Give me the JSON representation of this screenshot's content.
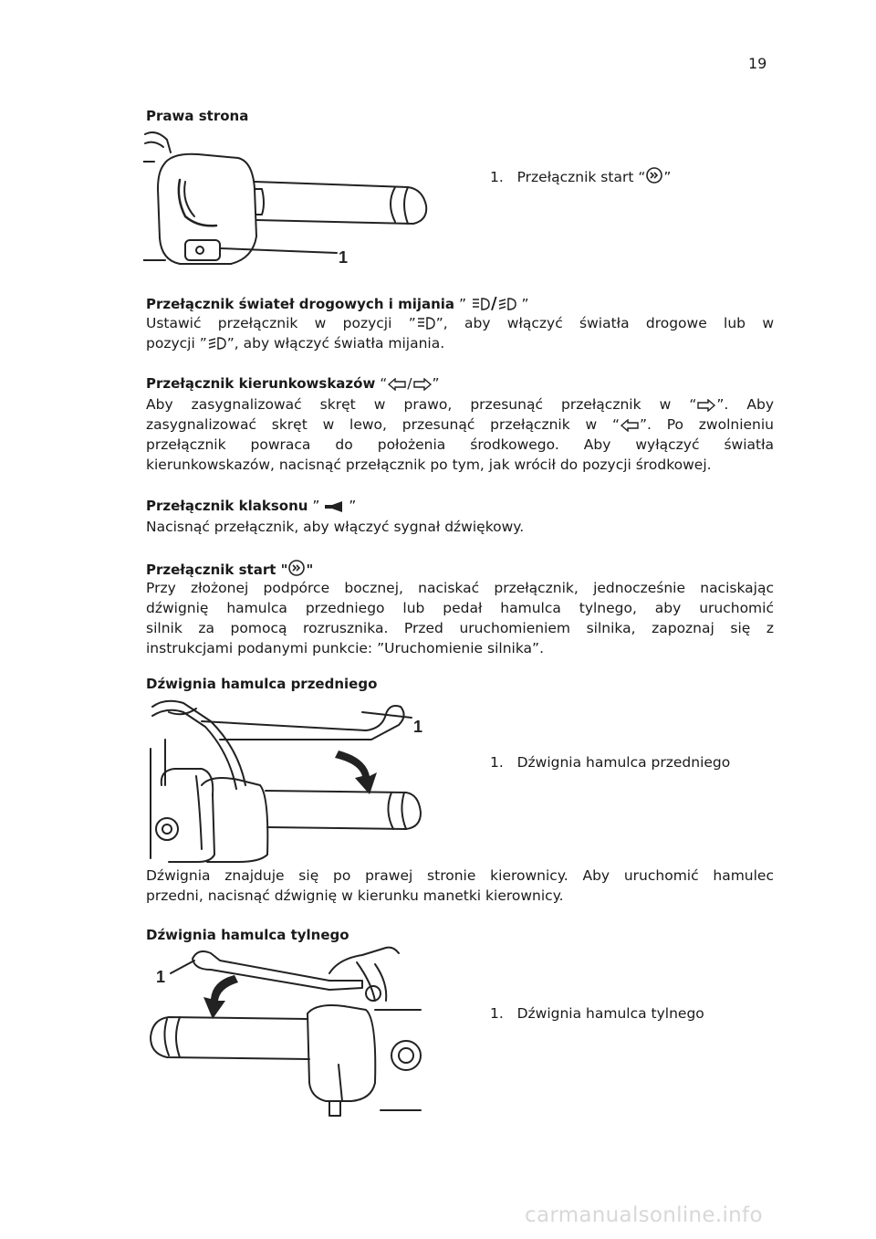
{
  "page_number": "19",
  "right_side": {
    "heading": "Prawa strona",
    "figure_label": "1",
    "caption_number": "1.",
    "caption_text": "Przełącznik start",
    "caption_open_quote": "“",
    "caption_close_quote": "”"
  },
  "beam_switch": {
    "heading": "Przełącznik świateł drogowych i mijania",
    "heading_quote_open": "”",
    "heading_quote_close": "”",
    "body_1": "Ustawić przełącznik w pozycji ”",
    "body_2": "”, aby włączyć światła drogowe lub w",
    "body_3": "pozycji ”",
    "body_4": "”, aby włączyć światła mijania."
  },
  "turn_signal": {
    "heading": "Przełącznik kierunkowskazów",
    "heading_quote_open": "“",
    "heading_quote_close": "”",
    "line1_a": "Aby zasygnalizować skręt w prawo, przesunąć przełącznik w “",
    "line1_b": "”. Aby",
    "line2_a": "zasygnalizować skręt w lewo, przesunąć przełącznik w “",
    "line2_b": "”. Po zwolnieniu",
    "line3": "przełącznik powraca do położenia środkowego. Aby wyłączyć światła",
    "line4": "kierunkowskazów, nacisnąć przełącznik po tym, jak wrócił do pozycji środkowej."
  },
  "horn": {
    "heading": "Przełącznik klaksonu",
    "heading_quote_open": "”",
    "heading_quote_close": "”",
    "body": "Nacisnąć przełącznik, aby włączyć sygnał dźwiękowy."
  },
  "start_switch": {
    "heading": "Przełącznik start \"",
    "heading_close": "\"",
    "line1": "Przy złożonej podpórce bocznej, naciskać przełącznik, jednocześnie naciskając",
    "line2": "dźwignię hamulca przedniego lub pedał hamulca tylnego, aby uruchomić",
    "line3": "silnik za pomocą rozrusznika. Przed uruchomieniem silnika, zapoznaj się z",
    "line4": "instrukcjami podanymi punkcie: ”Uruchomienie silnika”."
  },
  "front_brake": {
    "heading": "Dźwignia hamulca przedniego",
    "figure_label": "1",
    "caption_number": "1.",
    "caption_text": "Dźwignia hamulca przedniego",
    "line1": "Dźwignia znajduje się po prawej stronie kierownicy. Aby uruchomić hamulec",
    "line2": "przedni, nacisnąć dźwignię w kierunku manetki kierownicy."
  },
  "rear_brake": {
    "heading": "Dźwignia hamulca tylnego",
    "figure_label": "1",
    "caption_number": "1.",
    "caption_text": "Dźwignia hamulca tylnego"
  },
  "watermark": "carmanualsonline.info",
  "icons": {
    "start": "engine-start-icon",
    "high_beam": "high-beam-icon",
    "low_beam": "low-beam-icon",
    "turn_right": "turn-right-arrow-icon",
    "turn_left": "turn-left-arrow-icon",
    "horn": "horn-icon"
  }
}
